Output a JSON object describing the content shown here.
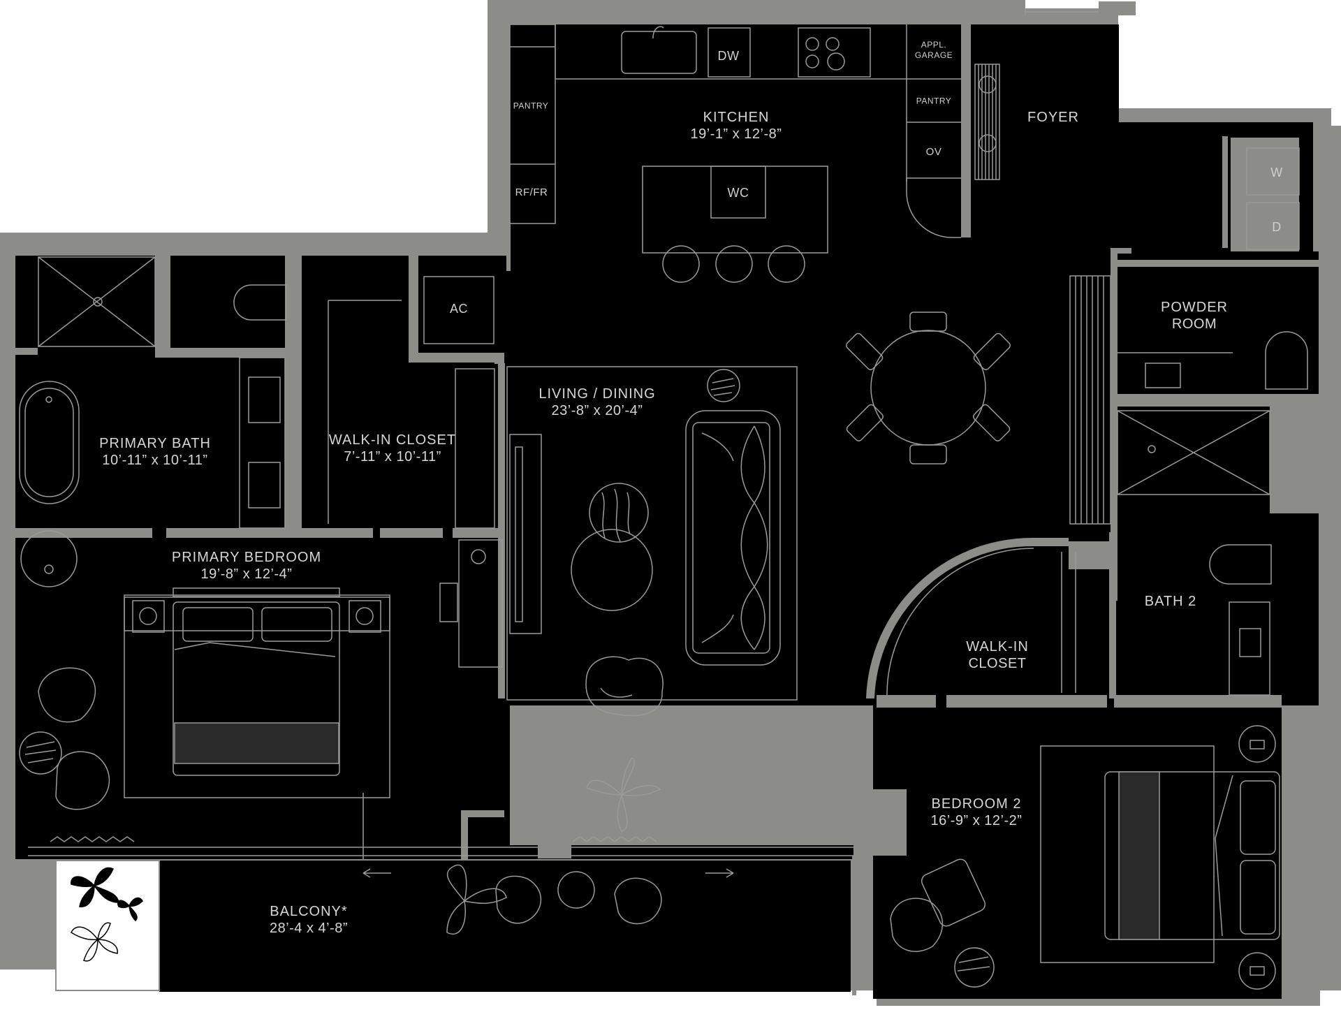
{
  "rooms": {
    "kitchen": {
      "name": "KITCHEN",
      "dims": "19’-1” x 12’-8”"
    },
    "foyer": {
      "name": "FOYER"
    },
    "powder": {
      "line1": "POWDER",
      "line2": "ROOM"
    },
    "living": {
      "name": "LIVING / DINING",
      "dims": "23’-8” x 20’-4”"
    },
    "primary_bath": {
      "name": "PRIMARY BATH",
      "dims": "10’-11” x 10’-11”"
    },
    "walkin_closet": {
      "name": "WALK-IN CLOSET",
      "dims": "7’-11” x 10’-11”"
    },
    "primary_bedroom": {
      "name": "PRIMARY BEDROOM",
      "dims": "19’-8” x 12’-4”"
    },
    "bath2": {
      "name": "BATH 2"
    },
    "walkin2": {
      "line1": "WALK-IN",
      "line2": "CLOSET"
    },
    "bedroom2": {
      "name": "BEDROOM 2",
      "dims": "16’-9” x 12’-2”"
    },
    "balcony": {
      "name": "BALCONY*",
      "dims": "28’-4 x 4’-8”"
    }
  },
  "fixtures": {
    "dw": "DW",
    "wc": "WC",
    "ac": "AC",
    "ov": "OV",
    "rf_fr": "RF/FR",
    "pantry_left": "PANTRY",
    "pantry_right": "PANTRY",
    "appl_1": "APPL.",
    "appl_2": "GARAGE",
    "washer": "W",
    "dryer": "D"
  },
  "colors": {
    "wall": "#8c8c88",
    "floor": "#000000",
    "line": "#9a9a9a",
    "label": "#d6d6d6",
    "background": "#ffffff"
  }
}
